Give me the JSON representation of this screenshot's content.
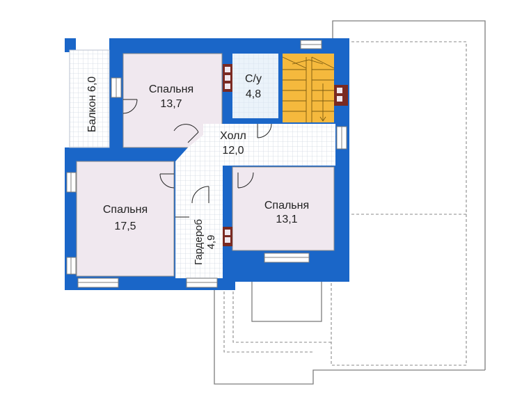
{
  "rooms": {
    "balcony": {
      "label": "Балкон 6,0"
    },
    "bedroom_top": {
      "name": "Спальня",
      "area": "13,7"
    },
    "bathroom": {
      "name": "С/у",
      "area": "4,8"
    },
    "hall": {
      "name": "Холл",
      "area": "12,0"
    },
    "bedroom_left": {
      "name": "Спальня",
      "area": "17,5"
    },
    "bedroom_right": {
      "name": "Спальня",
      "area": "13,1"
    },
    "wardrobe": {
      "name": "Гардероб",
      "area": "4,9"
    }
  },
  "colors": {
    "wall": "#1a66c8",
    "bedroom_floor": "#f0e8ef",
    "bath_floor": "#dbe9f6",
    "stairs": "#f5b93d",
    "chimney": "#7a2a22",
    "grid_line": "#cfd7e2",
    "outline": "#7d7d7d",
    "dashed": "#8a8a8a"
  }
}
